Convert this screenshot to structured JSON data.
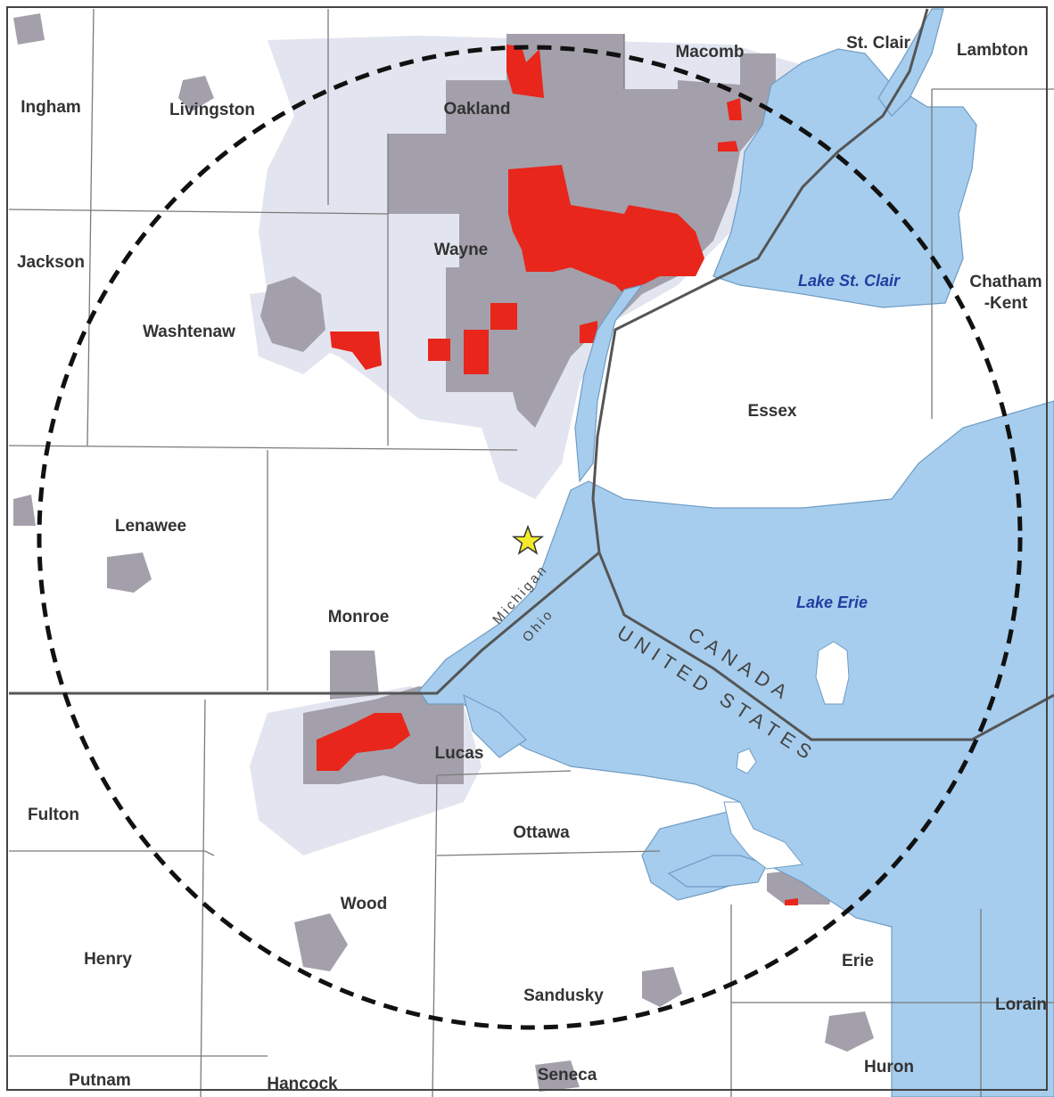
{
  "colors": {
    "background": "#ffffff",
    "water": "#a6cdee",
    "water_edge": "#6f9cc4",
    "urban_light": "#e2e5ef",
    "urban_dark": "#a3a0ab",
    "urban_core": "#e8261b",
    "county_line": "#7a7a7a",
    "state_line": "#555555",
    "radius_circle": "#111111",
    "site_marker": "#f2ea2b"
  },
  "labels": {
    "ingham": "Ingham",
    "livingston": "Livingston",
    "oakland": "Oakland",
    "macomb": "Macomb",
    "st_clair": "St. Clair",
    "lambton": "Lambton",
    "jackson": "Jackson",
    "washtenaw": "Washtenaw",
    "wayne": "Wayne",
    "lake_st_clair": "Lake St. Clair",
    "chatham_kent": [
      "Chatham",
      "-Kent"
    ],
    "essex": "Essex",
    "lenawee": "Lenawee",
    "monroe": "Monroe",
    "lake_erie": "Lake Erie",
    "michigan": "Michigan",
    "ohio": "Ohio",
    "canada": "CANADA",
    "united_states": "UNITED STATES",
    "lucas": "Lucas",
    "fulton": "Fulton",
    "ottawa": "Ottawa",
    "wood": "Wood",
    "henry": "Henry",
    "erie": "Erie",
    "sandusky": "Sandusky",
    "lorain": "Lorain",
    "putnam": "Putnam",
    "hancock": "Hancock",
    "seneca": "Seneca",
    "huron": "Huron"
  },
  "marker": {
    "icon": "star-icon"
  }
}
